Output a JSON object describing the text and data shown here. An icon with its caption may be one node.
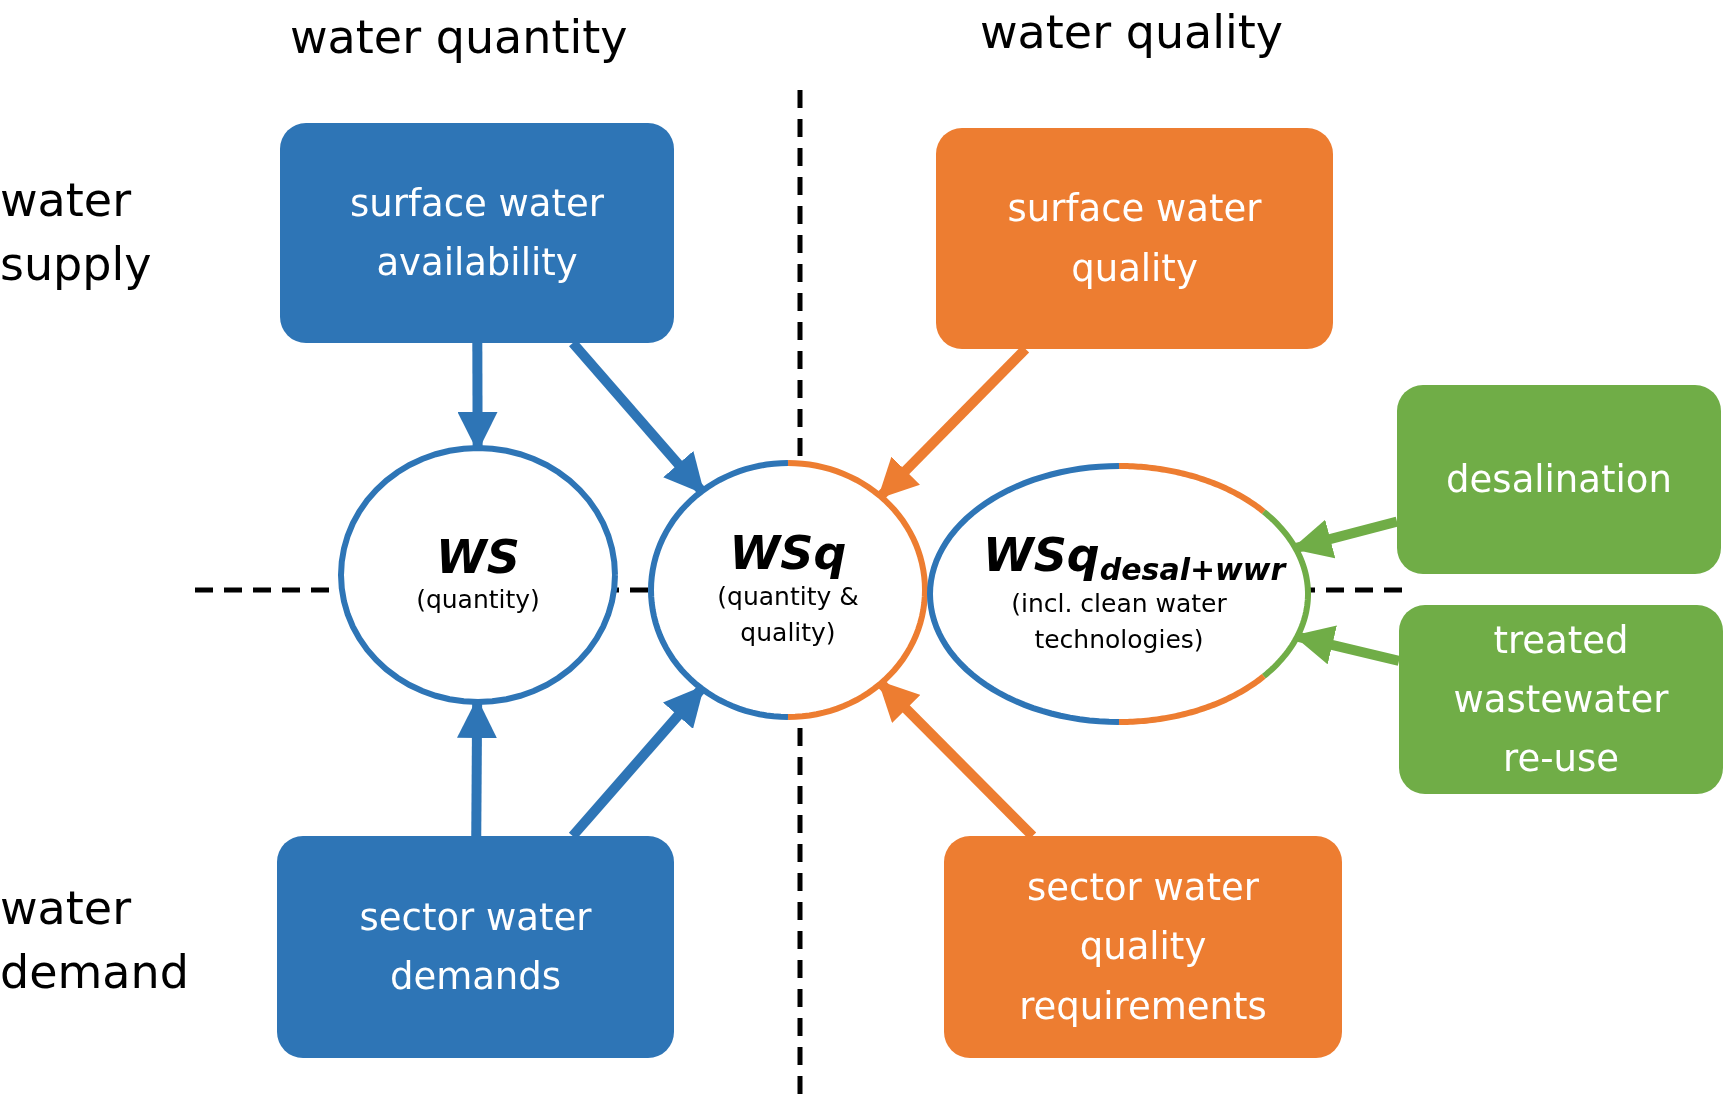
{
  "diagram": {
    "nodes": [
      {
        "text": [
          "surface water availability"
        ]
      },
      {
        "text": [
          "surface water quality"
        ]
      },
      {
        "text": [
          "desalination"
        ]
      },
      {
        "text": [
          "WS",
          "(quantity)"
        ]
      },
      {
        "text": [
          "WSq",
          "(quantity & quality)"
        ]
      },
      {
        "text": [
          "WSq$_{desal+wwr}$",
          "(incl. clean water technologies)"
        ]
      },
      {
        "text": [
          "treated wastewater re-use"
        ]
      },
      {
        "text": [
          "sector water demands"
        ]
      },
      {
        "text": [
          "sector water quality requirements"
        ]
      }
    ],
    "edges": [
      {
        "from": 0,
        "to": 3,
        "arrow": "to"
      },
      {
        "from": 0,
        "to": 4,
        "arrow": "to"
      },
      {
        "from": 1,
        "to": 4,
        "arrow": "to",
        "color": "#ed7d31"
      },
      {
        "from": 2,
        "to": 5,
        "arrow": "to",
        "color": "#70ad47"
      },
      {
        "from": 6,
        "to": 5,
        "arrow": "to",
        "color": "#70ad47"
      },
      {
        "from": 7,
        "to": 3,
        "arrow": "to"
      },
      {
        "from": 7,
        "to": 4,
        "arrow": "to"
      },
      {
        "from": 8,
        "to": 4,
        "arrow": "to",
        "color": "#ed7d31"
      }
    ],
    "labels": [
      "water quantity",
      "water quality",
      "water supply",
      "water demand"
    ]
  }
}
